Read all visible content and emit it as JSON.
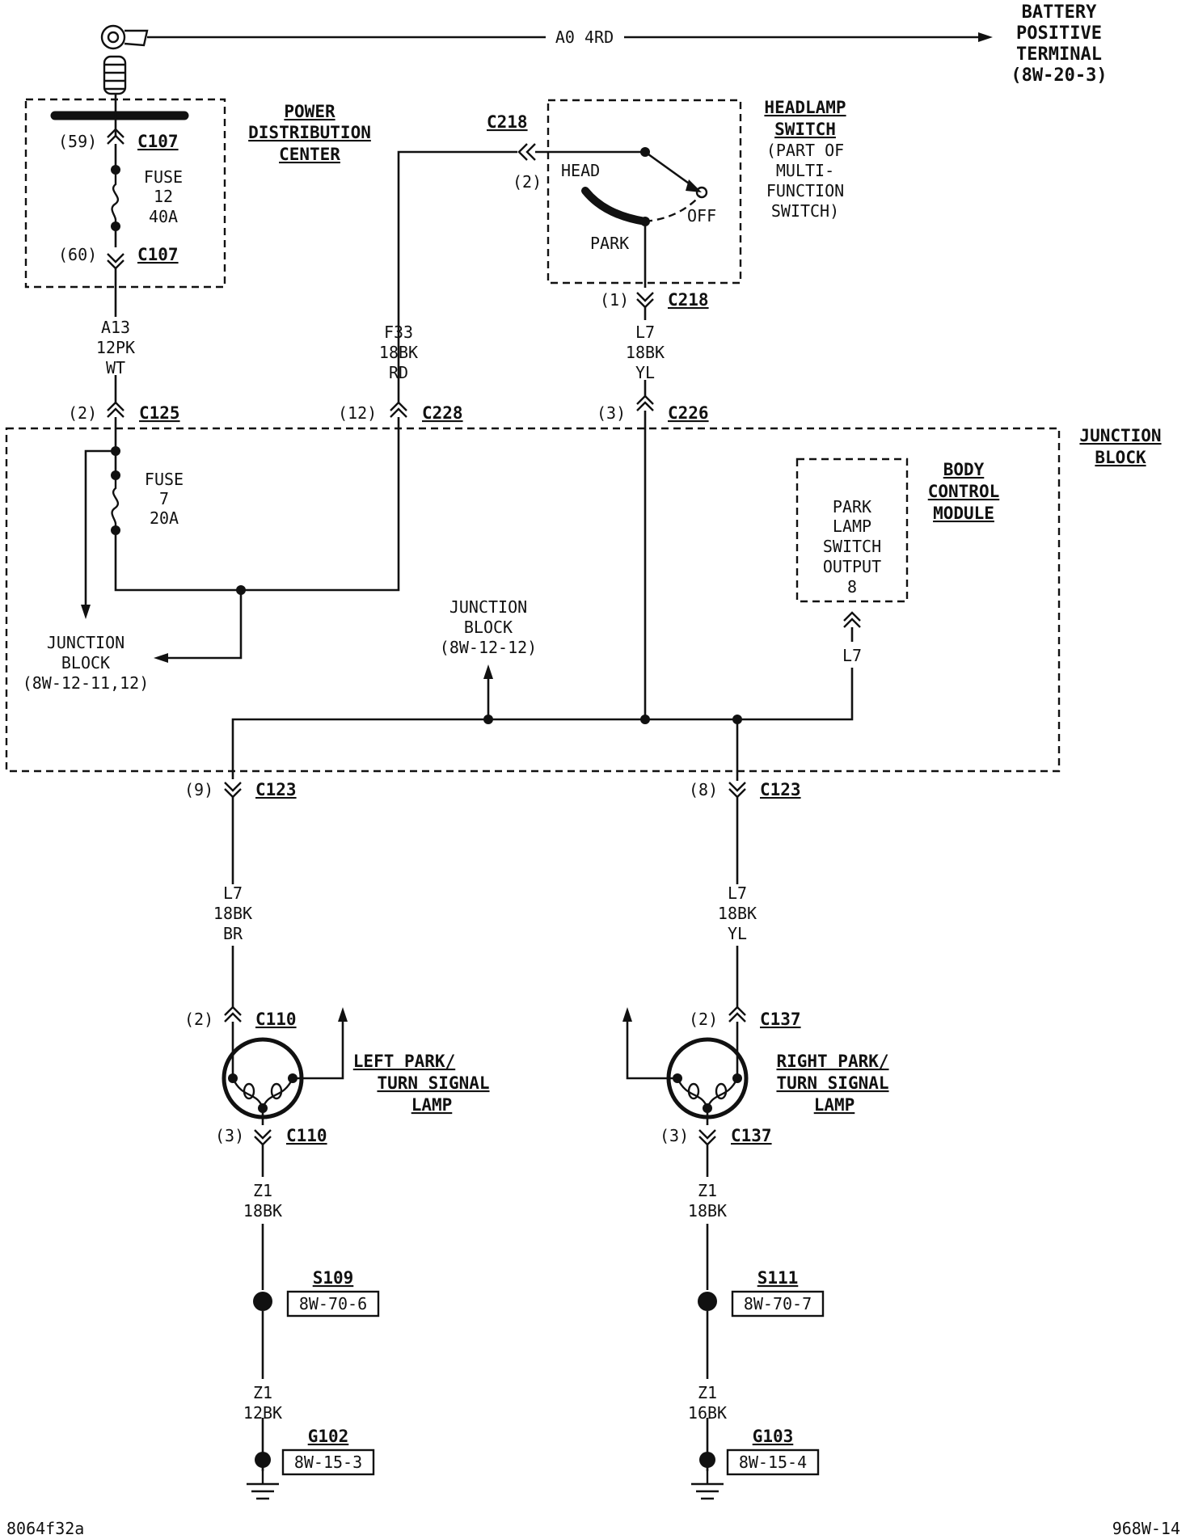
{
  "battery": {
    "wire": "A0 4RD",
    "line1": "BATTERY",
    "line2": "POSITIVE",
    "line3": "TERMINAL",
    "line4": "(8W-20-3)"
  },
  "pdc": {
    "line1": "POWER",
    "line2": "DISTRIBUTION",
    "line3": "CENTER",
    "pin_top": "(59)",
    "conn_top": "C107",
    "fuse_line1": "FUSE",
    "fuse_line2": "12",
    "fuse_line3": "40A",
    "pin_bottom": "(60)",
    "conn_bottom": "C107"
  },
  "wire_a13": {
    "line1": "A13",
    "line2": "12PK",
    "line3": "WT"
  },
  "wire_f33": {
    "line1": "F33",
    "line2": "18BK",
    "line3": "RD"
  },
  "wire_l7_top": {
    "line1": "L7",
    "line2": "18BK",
    "line3": "YL"
  },
  "headlamp": {
    "line1": "HEADLAMP",
    "line2": "SWITCH",
    "line3": "(PART OF",
    "line4": "MULTI-",
    "line5": "FUNCTION",
    "line6": "SWITCH)",
    "head": "HEAD",
    "park": "PARK",
    "off": "OFF",
    "pin_head": "(2)",
    "conn_head": "C218",
    "pin_park": "(1)",
    "conn_park": "C218"
  },
  "jb_entry": {
    "pin_a": "(2)",
    "conn_a": "C125",
    "pin_b": "(12)",
    "conn_b": "C228",
    "pin_c": "(3)",
    "conn_c": "C226"
  },
  "junction_block": {
    "line1": "JUNCTION",
    "line2": "BLOCK",
    "fuse_line1": "FUSE",
    "fuse_line2": "7",
    "fuse_line3": "20A",
    "ref_left_1": "JUNCTION",
    "ref_left_2": "BLOCK",
    "ref_left_3": "(8W-12-11,12)",
    "ref_mid_1": "JUNCTION",
    "ref_mid_2": "BLOCK",
    "ref_mid_3": "(8W-12-12)"
  },
  "bcm": {
    "line1": "BODY",
    "line2": "CONTROL",
    "line3": "MODULE",
    "out1": "PARK",
    "out2": "LAMP",
    "out3": "SWITCH",
    "out4": "OUTPUT",
    "out5": "8",
    "wire": "L7"
  },
  "left": {
    "pin_c123": "(9)",
    "conn_c123": "C123",
    "wire1": "L7",
    "wire2": "18BK",
    "wire3": "BR",
    "pin_in": "(2)",
    "conn_in": "C110",
    "lamp1": "LEFT  PARK/",
    "lamp2": "TURN  SIGNAL",
    "lamp3": "LAMP",
    "pin_out": "(3)",
    "conn_out": "C110",
    "z1a": "Z1",
    "z1b": "18BK",
    "splice": "S109",
    "splice_ref": "8W-70-6",
    "z2a": "Z1",
    "z2b": "12BK",
    "ground": "G102",
    "ground_ref": "8W-15-3"
  },
  "right": {
    "pin_c123": "(8)",
    "conn_c123": "C123",
    "wire1": "L7",
    "wire2": "18BK",
    "wire3": "YL",
    "pin_in": "(2)",
    "conn_in": "C137",
    "lamp1": "RIGHT  PARK/",
    "lamp2": "TURN  SIGNAL",
    "lamp3": "LAMP",
    "pin_out": "(3)",
    "conn_out": "C137",
    "z1a": "Z1",
    "z1b": "18BK",
    "splice": "S111",
    "splice_ref": "8W-70-7",
    "z2a": "Z1",
    "z2b": "16BK",
    "ground": "G103",
    "ground_ref": "8W-15-4"
  },
  "footer": {
    "left": "8064f32a",
    "right": "968W-14"
  }
}
